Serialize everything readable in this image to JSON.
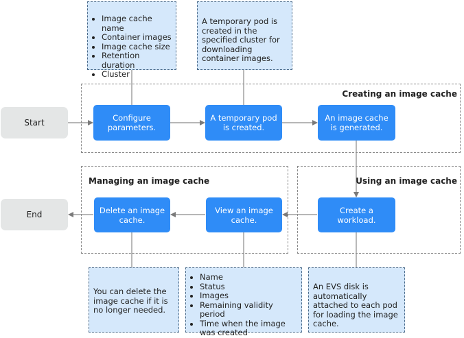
{
  "colors": {
    "process": "#2f8cf7",
    "terminal": "#e4e6e6",
    "note": "#d5e8fb",
    "line": "#8a8a8a"
  },
  "terminals": {
    "start": "Start",
    "end": "End"
  },
  "groups": {
    "create": "Creating an image cache",
    "use": "Using an image cache",
    "manage": "Managing an image cache"
  },
  "steps": {
    "configure": "Configure parameters.",
    "temp_pod": "A temporary pod is created.",
    "generated": "An image cache is generated.",
    "workload": "Create a workload.",
    "view": "View an image cache.",
    "delete": "Delete an image cache."
  },
  "notes": {
    "parameters": [
      "Image cache name",
      "Container images",
      "Image cache size",
      "Retention duration",
      "Cluster"
    ],
    "temp_pod": "A temporary pod is created in the specified cluster for downloading container images.",
    "delete": "You can delete the image cache if it is no longer needed.",
    "view": [
      "Name",
      "Status",
      "Images",
      "Remaining validity period",
      "Time when the image was created"
    ],
    "evs": "An EVS disk is automatically attached to each pod for loading the image cache."
  }
}
